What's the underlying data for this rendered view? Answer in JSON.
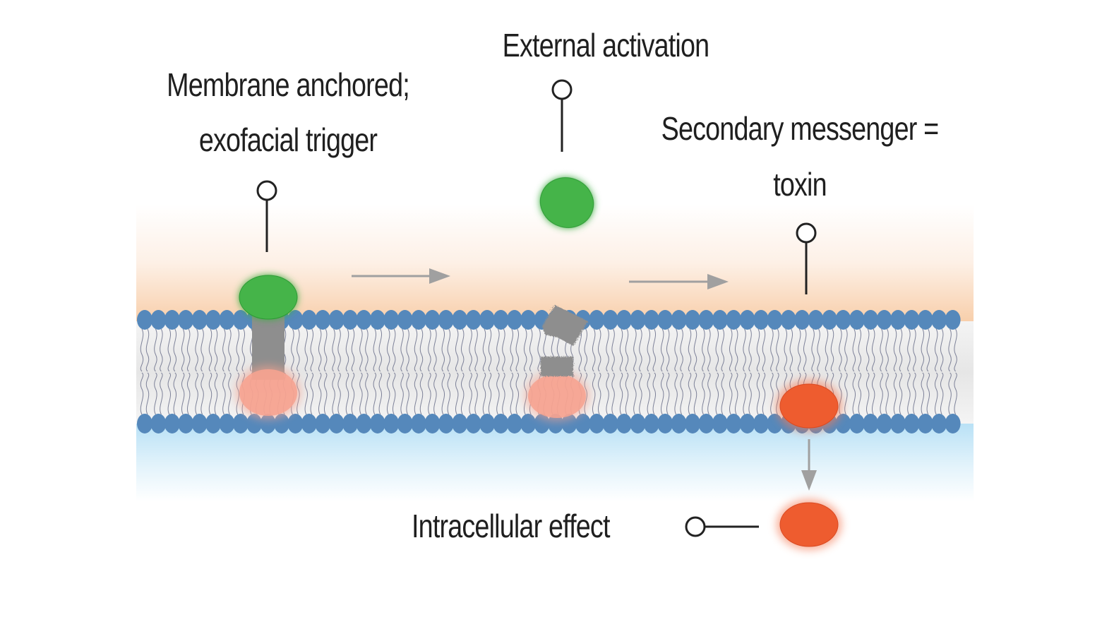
{
  "labels": {
    "membrane_anchored_line1": "Membrane anchored;",
    "membrane_anchored_line2": "exofacial trigger",
    "external_activation": "External activation",
    "secondary_line1": "Secondary messenger =",
    "secondary_line2": "toxin",
    "intracellular_effect": "Intracellular effect"
  },
  "colors": {
    "extracellular_top": "#ffffff",
    "extracellular_bottom": "#f9d5b5",
    "intracellular_top": "#bfe3f7",
    "lipid_head": "#5588bb",
    "lipid_tail": "#6a6f8a",
    "anchor_green": "#44b449",
    "glow_green": "#8ee08a",
    "linker_gray": "#8e8e8e",
    "inactive_salmon": "#f6a391",
    "toxin_orange": "#ee5c2f",
    "arrow_gray": "#a0a0a0",
    "pin_black": "#222222"
  }
}
